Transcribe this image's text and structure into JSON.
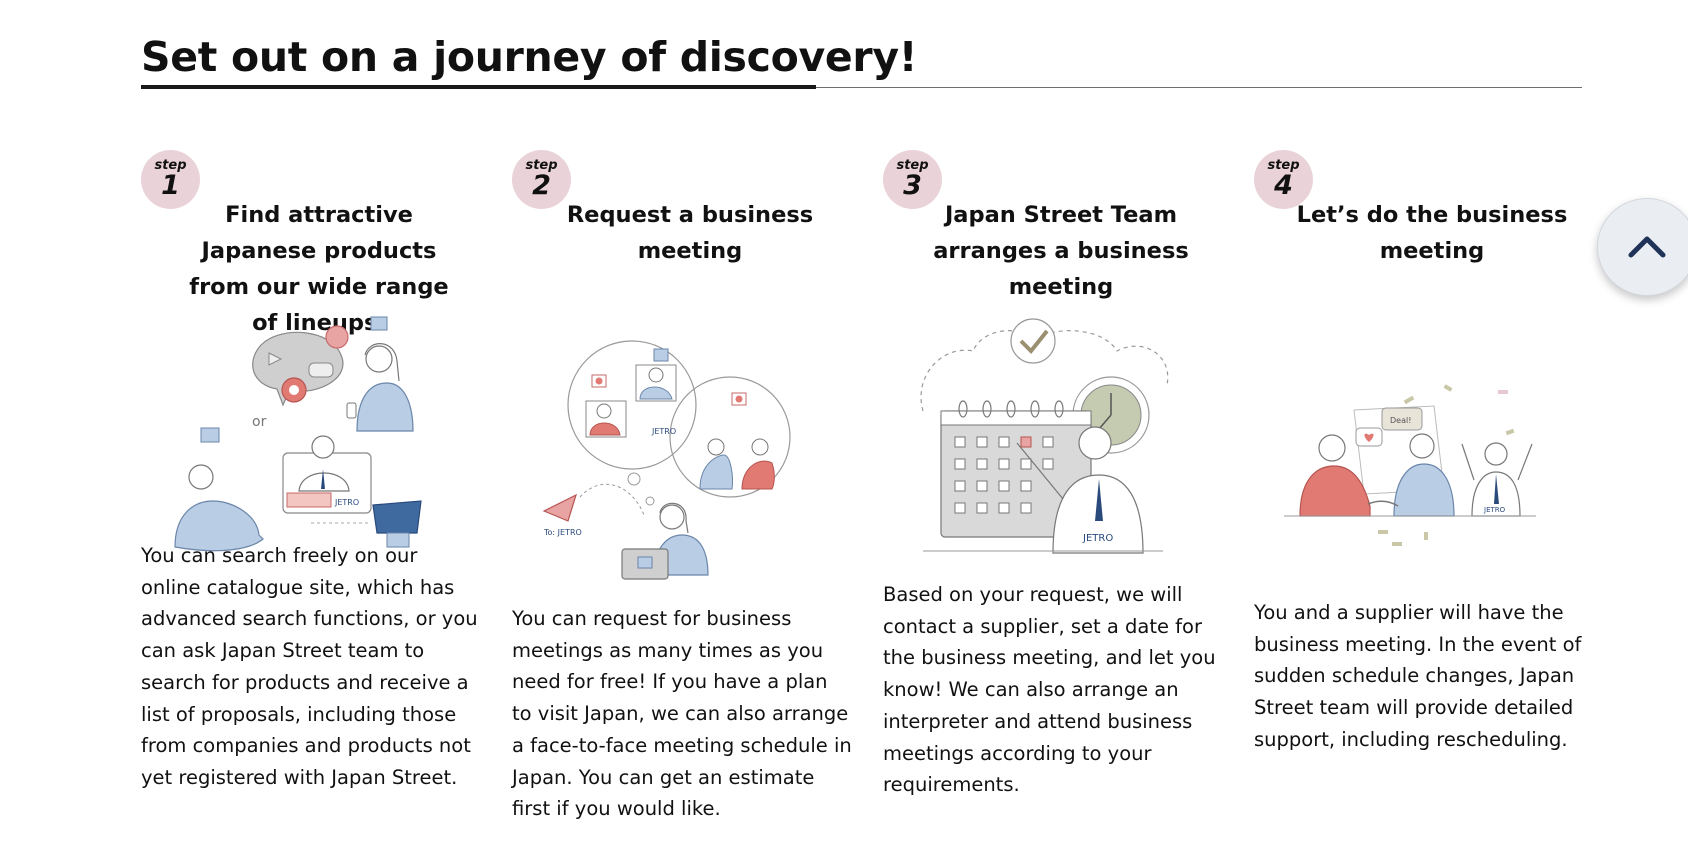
{
  "page": {
    "title": "Set out on a journey of discovery!"
  },
  "steps": [
    {
      "badge_word": "step",
      "number": "1",
      "title": "Find attractive Japanese products from our wide range of lineups.",
      "illustration_text": [
        "or",
        "JETRO"
      ],
      "description": "You can search freely on our online catalogue site, which has advanced search functions, or you can ask Japan Street team to search for products and receive a list of proposals, including those from companies and products not yet registered with Japan Street."
    },
    {
      "badge_word": "step",
      "number": "2",
      "title": "Request a business meeting",
      "illustration_text": [
        "JETRO",
        "To: JETRO"
      ],
      "description": "You can request for business meetings as many times as you need for free! If you have a plan to visit Japan, we can also arrange a face-to-face meeting schedule in Japan. You can get an estimate first if you would like."
    },
    {
      "badge_word": "step",
      "number": "3",
      "title": "Japan Street Team arranges a business meeting",
      "illustration_text": [
        "JETRO"
      ],
      "description": "Based on your request, we will contact a supplier, set a date for the business meeting, and let you know! We can also arrange an interpreter and attend business meetings according to your requirements."
    },
    {
      "badge_word": "step",
      "number": "4",
      "title": "Let’s do the business meeting",
      "illustration_text": [
        "Deal!",
        "JETRO"
      ],
      "description": "You and a supplier will have the business meeting. In the event of sudden schedule changes, Japan Street team will provide detailed support, including rescheduling."
    }
  ],
  "colors": {
    "badge": "#ead3d8",
    "accent_red": "#e07a73",
    "accent_blue": "#b9cde4",
    "dark_blue": "#2b4a7c",
    "scroll_button_bg": "#eaedf1",
    "scroll_button_arrow": "#1f3358"
  },
  "scroll_top_button": {
    "icon": "chevron-up-icon"
  }
}
